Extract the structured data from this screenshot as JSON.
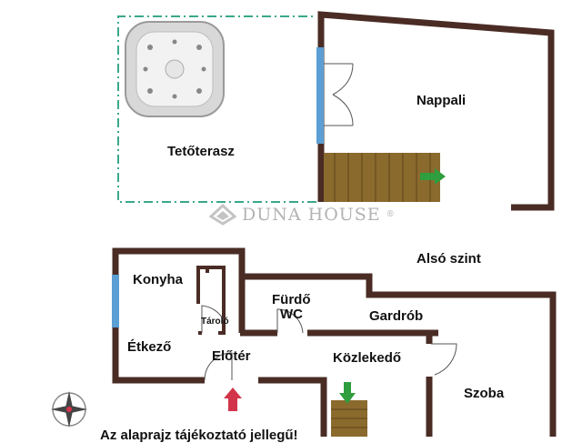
{
  "rooms": {
    "tetoterasz": "Tetőterasz",
    "nappali": "Nappali",
    "also_szint": "Alsó szint",
    "konyha": "Konyha",
    "furdo": "Fürdő",
    "wc": "WC",
    "gardrob": "Gardrób",
    "tarolo": "Tároló",
    "etkezo": "Étkező",
    "eloter": "Előtér",
    "kozlekedo": "Közlekedő",
    "szoba": "Szoba"
  },
  "watermark": {
    "brand": "DUNA HOUSE",
    "mark": "®"
  },
  "disclaimer": "Az alaprajz tájékoztató jellegű!",
  "icons": [
    "jacuzzi-icon",
    "compass-icon",
    "entrance-arrow-icon",
    "stair-arrow-icon",
    "logo-icon"
  ],
  "colors": {
    "wall": "#4a2c25",
    "terrace_border": "#3aa88a",
    "window": "#5b9fd4",
    "stairs": "#8b6a2e",
    "stair_arrow": "#2e9e3e",
    "entrance_arrow": "#d2344a"
  }
}
